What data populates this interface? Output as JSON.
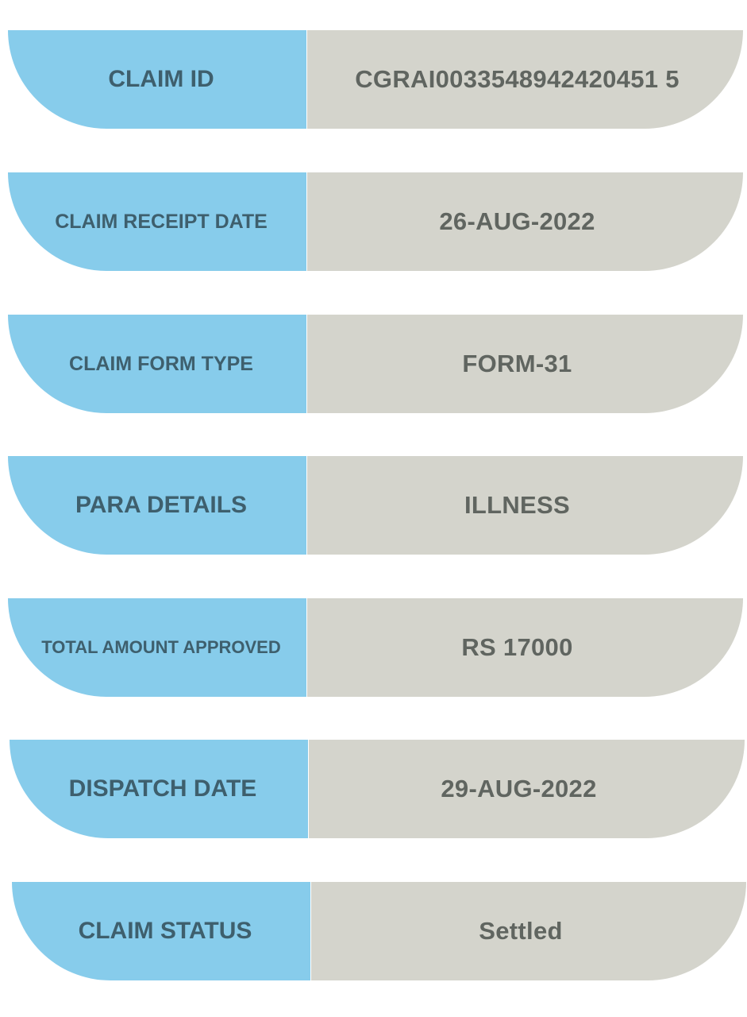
{
  "claim_details": {
    "rows": [
      {
        "label": "CLAIM ID",
        "value": "CGRAI0033548942420451 5"
      },
      {
        "label": "CLAIM RECEIPT DATE",
        "value": "26-AUG-2022"
      },
      {
        "label": "CLAIM FORM TYPE",
        "value": "FORM-31"
      },
      {
        "label": "PARA DETAILS",
        "value": "ILLNESS"
      },
      {
        "label": "TOTAL AMOUNT APPROVED",
        "value": "RS 17000"
      },
      {
        "label": "DISPATCH DATE",
        "value": "29-AUG-2022"
      },
      {
        "label": "CLAIM STATUS",
        "value": "Settled"
      }
    ]
  },
  "colors": {
    "label_background": "#87cceb",
    "label_text": "#3e5f6d",
    "value_background": "#d4d4cc",
    "value_text": "#606560"
  }
}
